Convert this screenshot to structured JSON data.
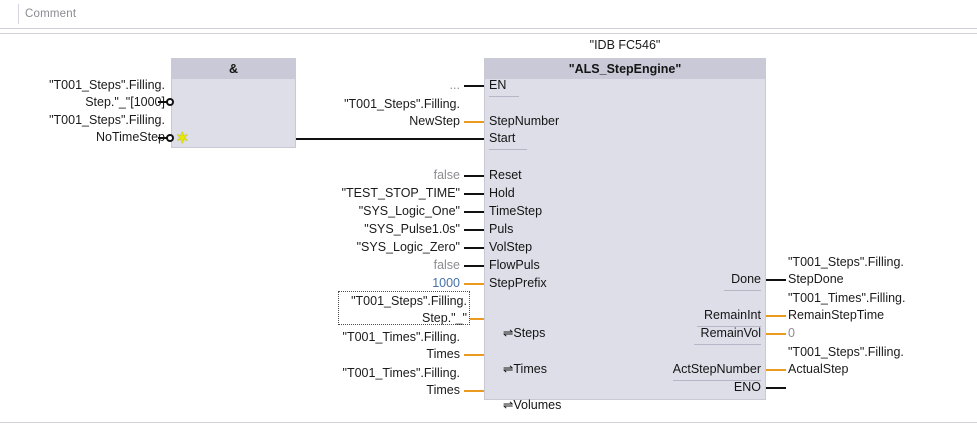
{
  "comment": {
    "placeholder": "Comment"
  },
  "and_block": {
    "operator": "&",
    "inputs": [
      {
        "operand_line1": "\"T001_Steps\".Filling.",
        "operand_line2": "Step.\"_\"[1000]",
        "negated": false,
        "marker": ""
      },
      {
        "operand_line1": "\"T001_Steps\".Filling.",
        "operand_line2": "NoTimeStep",
        "negated": false,
        "marker": "asterisk-icon"
      }
    ]
  },
  "fb": {
    "instance_db": "\"IDB FC546\"",
    "name": "\"ALS_StepEngine\"",
    "inputs": [
      {
        "pin": "EN",
        "operand": "...",
        "style": "normal",
        "wire": "black"
      },
      {
        "pin": "StepNumber",
        "operand_line1": "\"T001_Steps\".Filling.",
        "operand_line2": "NewStep",
        "style": "normal",
        "wire": "orange"
      },
      {
        "pin": "Start",
        "operand": "",
        "style": "normal",
        "wire": "black"
      },
      {
        "pin": "Reset",
        "operand": "false",
        "style": "gray",
        "wire": "black"
      },
      {
        "pin": "Hold",
        "operand": "\"TEST_STOP_TIME\"",
        "style": "normal",
        "wire": "black"
      },
      {
        "pin": "TimeStep",
        "operand": "\"SYS_Logic_One\"",
        "style": "normal",
        "wire": "black"
      },
      {
        "pin": "Puls",
        "operand": "\"SYS_Pulse1.0s\"",
        "style": "normal",
        "wire": "black"
      },
      {
        "pin": "VolStep",
        "operand": "\"SYS_Logic_Zero\"",
        "style": "normal",
        "wire": "black"
      },
      {
        "pin": "FlowPuls",
        "operand": "false",
        "style": "gray",
        "wire": "black"
      },
      {
        "pin": "StepPrefix",
        "operand": "1000",
        "style": "blue",
        "wire": "orange"
      }
    ],
    "inouts": [
      {
        "pin": "Steps",
        "marker": "inout-arrows-icon",
        "operand_line1": "\"T001_Steps\".Filling.",
        "operand_line2": "Step.\"_\"",
        "wire": "orange",
        "selected": true
      },
      {
        "pin": "Times",
        "marker": "inout-arrows-icon",
        "operand_line1": "\"T001_Times\".Filling.",
        "operand_line2": "Times",
        "wire": "orange",
        "selected": false
      },
      {
        "pin": "Volumes",
        "marker": "inout-arrows-icon",
        "operand_line1": "\"T001_Times\".Filling.",
        "operand_line2": "Times",
        "wire": "orange",
        "selected": false
      }
    ],
    "outputs": [
      {
        "pin": "Done",
        "operand_line1": "\"T001_Steps\".Filling.",
        "operand_line2": "StepDone",
        "style": "normal",
        "wire": "black"
      },
      {
        "pin": "RemainInt",
        "operand_line1": "\"T001_Times\".Filling.",
        "operand_line2": "RemainStepTime",
        "style": "normal",
        "wire": "orange"
      },
      {
        "pin": "RemainVol",
        "operand_line1": "",
        "operand_line2": "0",
        "style": "gray",
        "wire": "orange"
      },
      {
        "pin": "ActStepNumber",
        "operand_line1": "\"T001_Steps\".Filling.",
        "operand_line2": "ActualStep",
        "style": "normal",
        "wire": "orange"
      },
      {
        "pin": "ENO",
        "operand_line1": "",
        "operand_line2": "",
        "style": "normal",
        "wire": "black"
      }
    ]
  },
  "colors": {
    "block_body": "#dedee8",
    "block_header": "#c9c9d8",
    "wire_black": "#111111",
    "wire_orange": "#eb9a21",
    "literal_gray": "#8d8d92",
    "literal_blue": "#4472a8",
    "marker_yellow": "#e9e900"
  }
}
